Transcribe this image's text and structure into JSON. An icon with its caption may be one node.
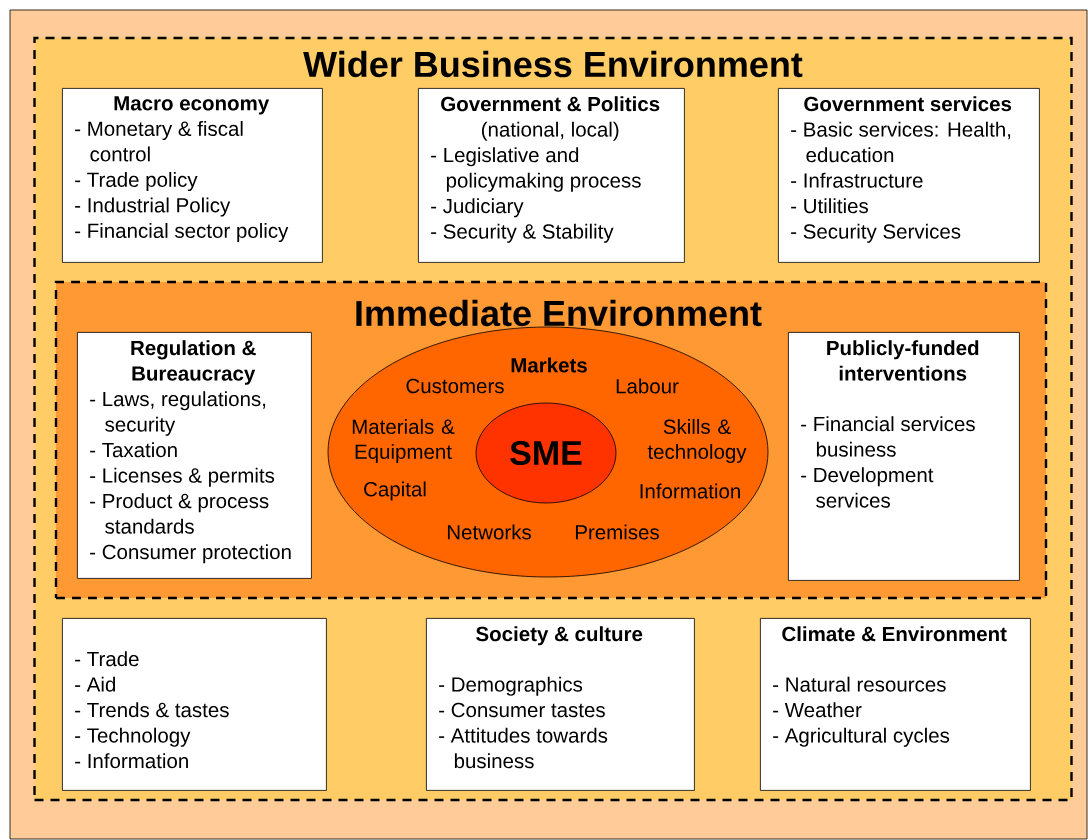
{
  "diagram": {
    "title": "Wider Business Environment",
    "nodes": [
      {
        "text": [],
        "shape": "box"
      },
      {
        "text": [
          "Macro economy",
          "- Monetary & fiscal control",
          "- Trade policy",
          "- Industrial Policy",
          "- Financial sector policy"
        ],
        "in": 0
      },
      {
        "text": [
          "Government & Politics",
          "(national, local)",
          "- Legislative and policymaking process",
          "- Judiciary",
          "- Security & Stability"
        ],
        "in": 0
      },
      {
        "text": [
          "Government services",
          "- Basic services: Health, education",
          "- Infrastructure",
          "- Utilities",
          "- Security Services"
        ],
        "in": 0
      },
      {
        "text": [
          "Immediate Environment"
        ],
        "in": 0
      },
      {
        "text": [
          "Regulation & Bureaucracy",
          "- Laws, regulations, security",
          "- Taxation",
          "- Licenses & permits",
          "- Product & process standards",
          "- Consumer protection"
        ],
        "in": 4
      },
      {
        "text": [
          "Markets",
          "Customers",
          "Labour",
          "Materials & Equipment",
          "Skills & technology",
          "Capital",
          "Information",
          "Networks",
          "Premises"
        ],
        "in": 4
      },
      {
        "text": [
          "SME"
        ],
        "in": 6
      },
      {
        "text": [
          "Publicly-funded interventions",
          "- Financial services business",
          "- Development services"
        ],
        "in": 4
      },
      {
        "text": [
          "- Trade",
          "- Aid",
          "- Trends & tastes",
          "- Technology",
          "- Information"
        ],
        "in": 0
      },
      {
        "text": [
          "Society & culture",
          "- Demographics",
          "- Consumer tastes",
          "- Attitudes towards business"
        ],
        "in": 0
      },
      {
        "text": [
          "Climate & Environment",
          "- Natural resources",
          "- Weather",
          "- Agricultural cycles"
        ],
        "in": 0
      }
    ]
  }
}
